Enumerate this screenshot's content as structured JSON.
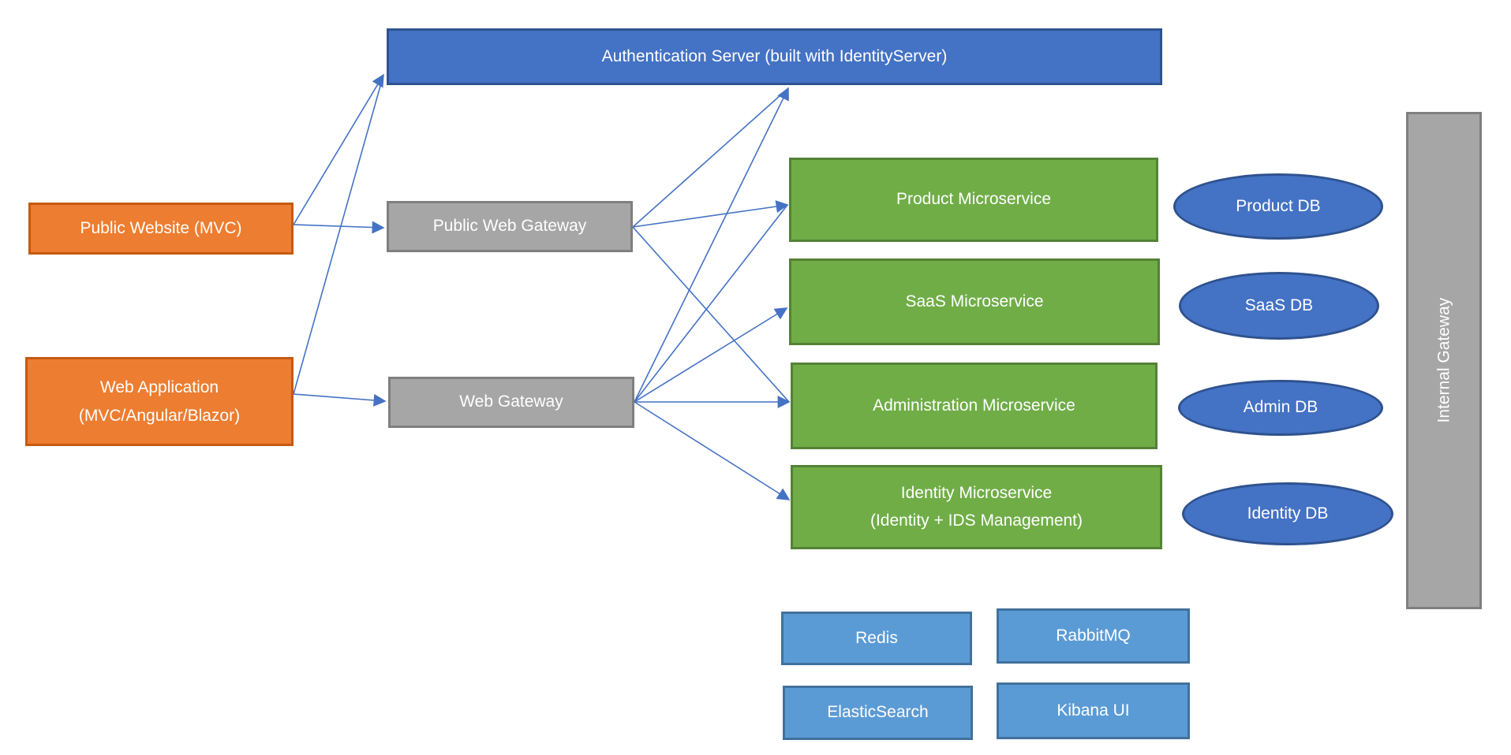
{
  "diagram": {
    "nodes": {
      "auth_server": {
        "label": "Authentication Server (built with IdentityServer)"
      },
      "public_website": {
        "label": "Public Website (MVC)"
      },
      "web_application": {
        "label": "Web Application",
        "label2": "(MVC/Angular/Blazor)"
      },
      "public_web_gateway": {
        "label": "Public Web Gateway"
      },
      "web_gateway": {
        "label": "Web Gateway"
      },
      "product_ms": {
        "label": "Product Microservice"
      },
      "saas_ms": {
        "label": "SaaS Microservice"
      },
      "admin_ms": {
        "label": "Administration Microservice"
      },
      "identity_ms": {
        "label": "Identity Microservice",
        "label2": "(Identity + IDS Management)"
      },
      "product_db": {
        "label": "Product DB"
      },
      "saas_db": {
        "label": "SaaS DB"
      },
      "admin_db": {
        "label": "Admin DB"
      },
      "identity_db": {
        "label": "Identity DB"
      },
      "internal_gateway": {
        "label": "Internal Gateway"
      },
      "redis": {
        "label": "Redis"
      },
      "rabbitmq": {
        "label": "RabbitMQ"
      },
      "elasticsearch": {
        "label": "ElasticSearch"
      },
      "kibana": {
        "label": "Kibana UI"
      }
    },
    "edges": [
      {
        "from": "public_website.right",
        "to": "public_web_gateway.left",
        "arrow": true
      },
      {
        "from": "web_application.right",
        "to": "web_gateway.left",
        "arrow": true
      },
      {
        "from": "public_website.right",
        "to": "auth_server.sw",
        "arrow": true
      },
      {
        "from": "web_application.right",
        "to": "auth_server.sw",
        "arrow": false
      },
      {
        "from": "public_web_gateway.right",
        "to": "auth_server.bottom",
        "arrow": false
      },
      {
        "from": "web_gateway.right",
        "to": "auth_server.bottom",
        "arrow": true
      },
      {
        "from": "public_web_gateway.right",
        "to": "product_ms.left",
        "arrow": true
      },
      {
        "from": "web_gateway.right",
        "to": "product_ms.left",
        "arrow": false
      },
      {
        "from": "web_gateway.right",
        "to": "saas_ms.left",
        "arrow": true
      },
      {
        "from": "public_web_gateway.right",
        "to": "admin_ms.left",
        "arrow": false
      },
      {
        "from": "web_gateway.right",
        "to": "admin_ms.left",
        "arrow": true
      },
      {
        "from": "web_gateway.right",
        "to": "identity_ms.left",
        "arrow": true
      }
    ],
    "colors": {
      "blue_fill": "#4472C4",
      "blue_border": "#2F528F",
      "orange_fill": "#ED7D31",
      "orange_border": "#C55A11",
      "gray_fill": "#A6A6A6",
      "gray_border": "#7F7F7F",
      "green_fill": "#70AD47",
      "green_border": "#548235",
      "lightblue_fill": "#5B9BD5",
      "lightblue_border": "#41719C",
      "connector": "#4472C4",
      "text": "#FFFFFF"
    }
  }
}
